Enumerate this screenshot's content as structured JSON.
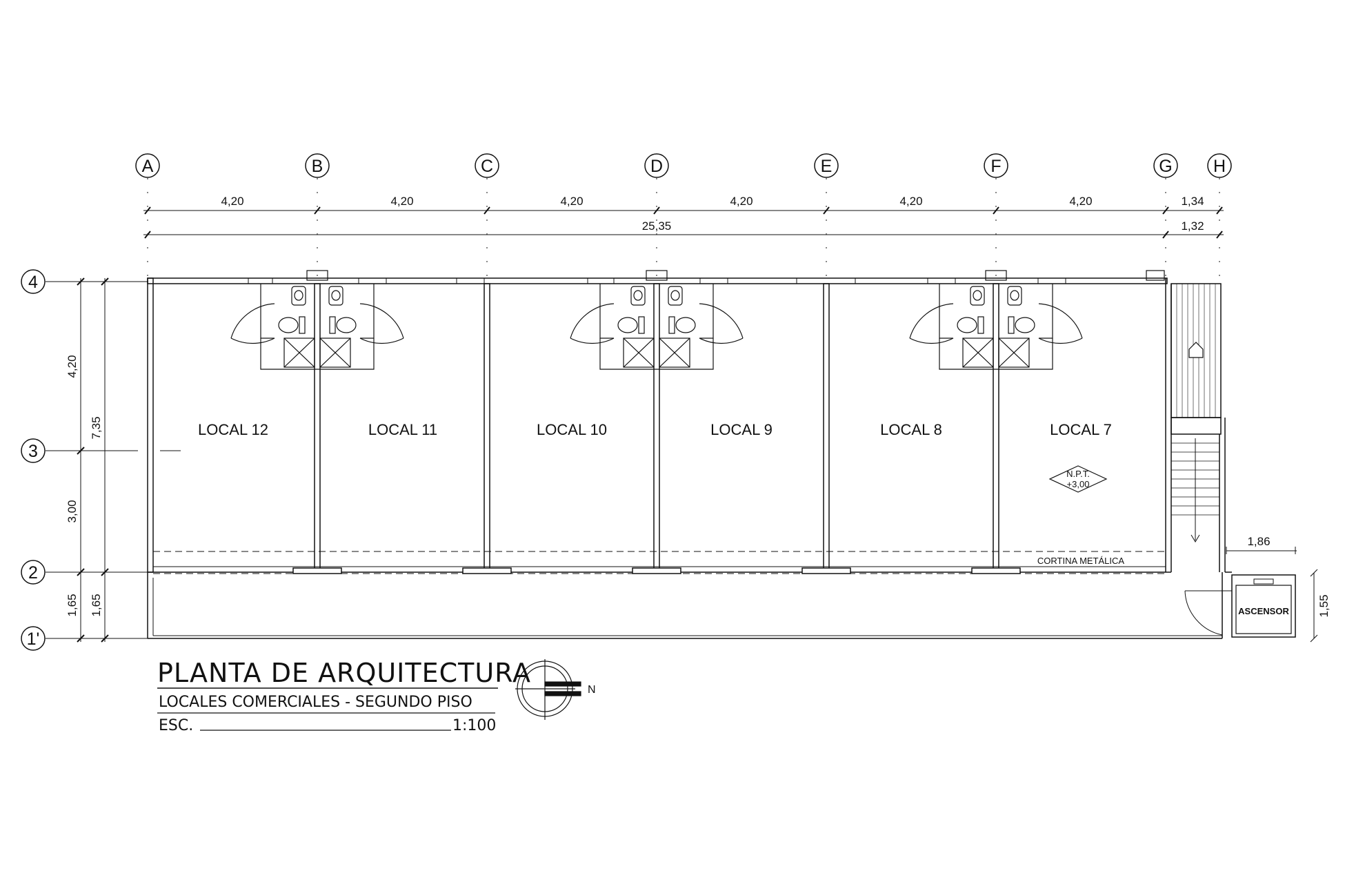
{
  "drawing": {
    "title": "PLANTA DE ARQUITECTURA",
    "subtitle": "LOCALES COMERCIALES - SEGUNDO PISO",
    "scale_label": "ESC.",
    "scale_value": "1:100",
    "north_label": "N"
  },
  "grid_columns": [
    "A",
    "B",
    "C",
    "D",
    "E",
    "F",
    "G",
    "H"
  ],
  "grid_rows": [
    "4",
    "3",
    "2",
    "1'"
  ],
  "horizontal_dimensions": {
    "spans": [
      "4,20",
      "4,20",
      "4,20",
      "4,20",
      "4,20",
      "4,20",
      "1,34"
    ],
    "total": "25,35",
    "end_segment": "1,32"
  },
  "vertical_dimensions": {
    "outer": [
      "4,20",
      "3,00",
      "1,65"
    ],
    "total": "7,35",
    "inner": "1,65"
  },
  "rooms": [
    "LOCAL 12",
    "LOCAL 11",
    "LOCAL 10",
    "LOCAL 9",
    "LOCAL 8",
    "LOCAL 7"
  ],
  "level_marker": {
    "line1": "N.P.T.",
    "line2": "+3,00"
  },
  "annotations": {
    "shutter": "CORTINA METÁLICA",
    "elevator": "ASCENSOR",
    "elevator_width": "1,86",
    "elevator_depth": "1,55"
  }
}
